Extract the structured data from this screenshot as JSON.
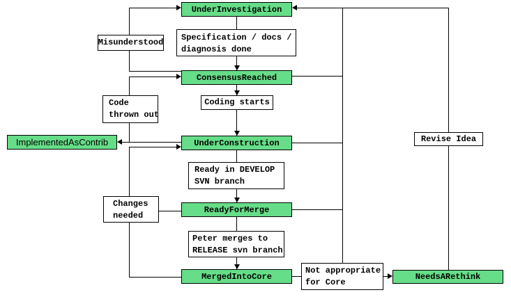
{
  "diagram": {
    "type": "state-flowchart",
    "colors": {
      "state_fill": "#66DD88",
      "state_border": "#000000",
      "label_fill": "#ffffff",
      "label_border": "#000000",
      "line": "#000000",
      "text": "#000000"
    },
    "states": {
      "under_investigation": "UnderInvestigation",
      "consensus_reached": "ConsensusReached",
      "under_construction": "UnderConstruction",
      "implemented_as_contrib": "ImplementedAsContrib",
      "ready_for_merge": "ReadyForMerge",
      "merged_into_core": "MergedIntoCore",
      "needs_a_rethink": "NeedsARethink"
    },
    "labels": {
      "misunderstood": "Misunderstood",
      "spec_line1": "Specification / docs /",
      "spec_line2": "diagnosis done",
      "coding_starts": "Coding starts",
      "code_thrown_line1": "Code",
      "code_thrown_line2": "thrown out",
      "ready_develop_line1": "Ready in DEVELOP",
      "ready_develop_line2": "SVN branch",
      "changes_line1": "Changes",
      "changes_line2": "needed",
      "peter_line1": "Peter merges to",
      "peter_line2": "RELEASE svn branch",
      "not_appropriate_line1": "Not appropriate",
      "not_appropriate_line2": "for Core",
      "revise_idea": "Revise Idea"
    }
  }
}
